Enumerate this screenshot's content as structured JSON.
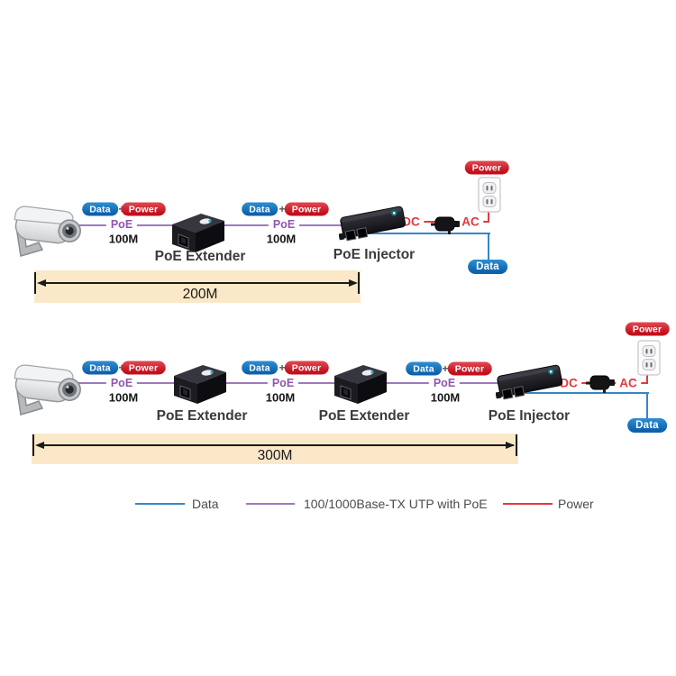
{
  "diagram": {
    "badge_data": "Data",
    "badge_power": "Power",
    "plus": "+",
    "poe_label": "PoE",
    "segment_length": "100M",
    "device_extender": "PoE Extender",
    "device_injector": "PoE Injector",
    "dc_label": "DC",
    "ac_label": "AC",
    "row1_total": "200M",
    "row2_total": "300M"
  },
  "legend": {
    "data_label": "Data",
    "poe_label": "100/1000Base-TX UTP with PoE",
    "power_label": "Power"
  },
  "icons": {
    "camera": "cctv-camera",
    "extender": "poe-extender-box",
    "injector": "poe-injector-box",
    "outlet": "wall-outlet",
    "adapter": "power-adapter"
  },
  "colors": {
    "data_blue": "#1173bd",
    "power_red": "#d2232e",
    "poe_purple": "#9e79bd",
    "line_blue": "#3487c8",
    "line_red": "#e23a3f",
    "bar_fill": "#fbe8c9"
  }
}
